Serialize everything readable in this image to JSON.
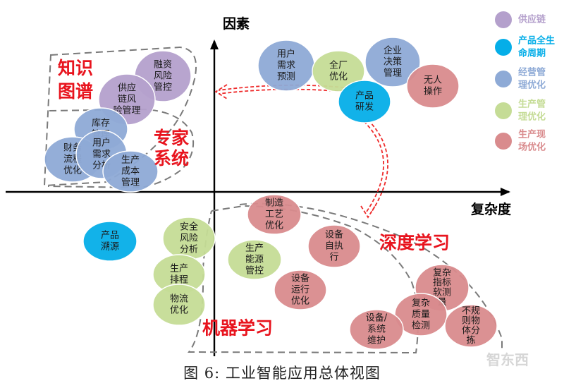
{
  "axes": {
    "y_label": "因素",
    "x_label": "复杂度"
  },
  "regions": {
    "knowledge_graph": "知识\n图谱",
    "expert_system": "专家\n系统",
    "deep_learning": "深度学习",
    "machine_learning": "机器学习"
  },
  "legend": [
    {
      "label": "供应链",
      "color": "#b4a0cc"
    },
    {
      "label": "产品全生\n命周期",
      "color": "#05aee8"
    },
    {
      "label": "经营管\n理优化",
      "color": "#8eaad6"
    },
    {
      "label": "生产管\n理优化",
      "color": "#c5dc96"
    },
    {
      "label": "生产现\n场优化",
      "color": "#d98b8d"
    }
  ],
  "bubbles": [
    {
      "label": "融资\n风险\n管控",
      "category": 0
    },
    {
      "label": "供应\n链风\n险管理",
      "category": 0
    },
    {
      "label": "库存\n管理",
      "category": 2
    },
    {
      "label": "财务\n流程\n优化",
      "category": 2
    },
    {
      "label": "用户\n需求\n分析",
      "category": 2
    },
    {
      "label": "生产\n成本\n管理",
      "category": 2
    },
    {
      "label": "用户\n需求\n预测",
      "category": 2
    },
    {
      "label": "全厂\n优化",
      "category": 3
    },
    {
      "label": "企业\n决策\n管理",
      "category": 2
    },
    {
      "label": "无人\n操作",
      "category": 4
    },
    {
      "label": "产品\n研发",
      "category": 1
    },
    {
      "label": "产品\n溯源",
      "category": 1
    },
    {
      "label": "安全\n风险\n分析",
      "category": 3
    },
    {
      "label": "生产\n排程",
      "category": 3
    },
    {
      "label": "物流\n优化",
      "category": 3
    },
    {
      "label": "制造\n工艺\n优化",
      "category": 4
    },
    {
      "label": "生产\n能源\n管控",
      "category": 3
    },
    {
      "label": "设备\n自执\n行",
      "category": 4
    },
    {
      "label": "设备\n运行\n优化",
      "category": 4
    },
    {
      "label": "复杂\n指标\n软测\n量",
      "category": 4
    },
    {
      "label": "复杂\n质量\n检测",
      "category": 4
    },
    {
      "label": "不规\n则物\n体分\n拣",
      "category": 4
    },
    {
      "label": "设备/\n系统\n维护",
      "category": 4
    }
  ],
  "caption": "图 6: 工业智能应用总体视图",
  "watermark": "智东西"
}
